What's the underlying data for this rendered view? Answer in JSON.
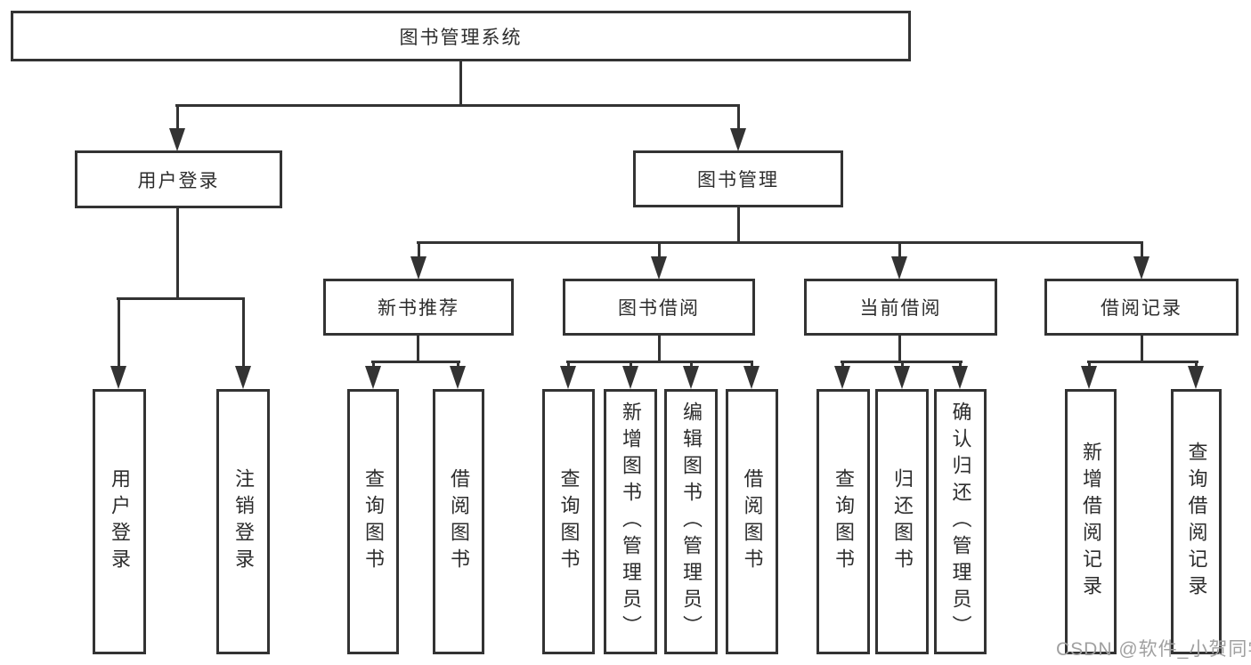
{
  "diagram": {
    "root": {
      "label": "图书管理系统"
    },
    "level2": [
      {
        "label": "用户登录"
      },
      {
        "label": "图书管理"
      }
    ],
    "level3": [
      {
        "label": "新书推荐"
      },
      {
        "label": "图书借阅"
      },
      {
        "label": "当前借阅"
      },
      {
        "label": "借阅记录"
      }
    ],
    "leaves": {
      "user_login": [
        "用户登录",
        "注销登录"
      ],
      "new_book": [
        "查询图书",
        "借阅图书"
      ],
      "book_borrow": [
        "查询图书",
        "新增图书（管理员）",
        "编辑图书（管理员）",
        "借阅图书"
      ],
      "current_borrow": [
        "查询图书",
        "归还图书",
        "确认归还（管理员）"
      ],
      "borrow_records": [
        "新增借阅记录",
        "查询借阅记录"
      ]
    }
  },
  "watermark": {
    "text": "CSDN @软件_小贺同学"
  },
  "colors": {
    "line": "#333333",
    "text": "#2d2d2d",
    "watermark": "#a0a0a0",
    "background": "#ffffff"
  }
}
